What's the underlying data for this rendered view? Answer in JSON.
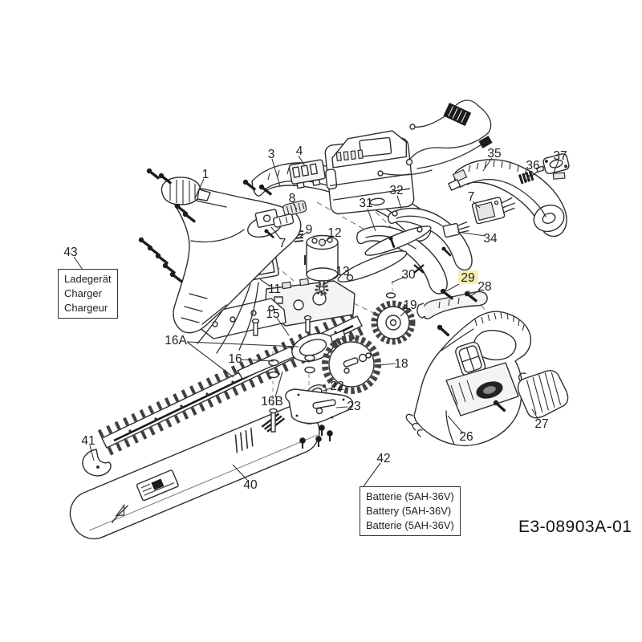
{
  "diagram": {
    "code": "E3-08903A-01",
    "charger_label": {
      "callout": "43",
      "line1": "Ladegerät",
      "line2": "Charger",
      "line3": "Chargeur"
    },
    "battery_label": {
      "callout": "42",
      "line1": "Batterie (5AH-36V)",
      "line2": "Battery  (5AH-36V)",
      "line3": "Batterie (5AH-36V)"
    },
    "callouts": {
      "c1": "1",
      "c3": "3",
      "c4": "4",
      "c7a": "7",
      "c7b": "7",
      "c8": "8",
      "c9": "9",
      "c11": "11",
      "c12": "12",
      "c13": "13",
      "c15": "15",
      "c16": "16",
      "c16a": "16A",
      "c16b": "16B",
      "c18": "18",
      "c19": "19",
      "c22": "22",
      "c23": "23",
      "c26": "26",
      "c27": "27",
      "c28": "28",
      "c29": "29",
      "c30": "30",
      "c31": "31",
      "c32": "32",
      "c34": "34",
      "c35": "35",
      "c36": "36",
      "c37": "37",
      "c40": "40",
      "c41": "41",
      "c42": "42",
      "c43": "43"
    },
    "highlighted_callout": "29",
    "highlight_text_color": "#9a7d00",
    "highlight_bg_color": "#f7f0b2",
    "line_color": "#2e2e2e"
  }
}
